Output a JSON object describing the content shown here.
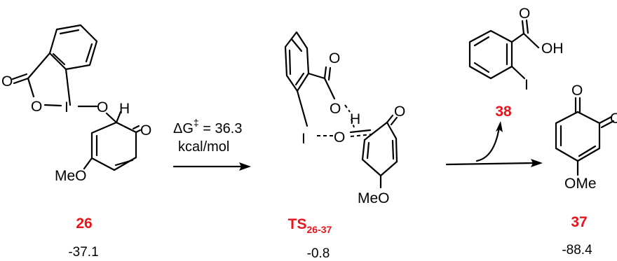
{
  "compounds": [
    {
      "id": "26",
      "energy": "-37.1"
    },
    {
      "id": "TS",
      "subscript": "26-37",
      "energy": "-0.8"
    },
    {
      "id": "38"
    },
    {
      "id": "37",
      "energy": "-88.4"
    }
  ],
  "arrow1": {
    "line1": "ΔG",
    "dagger": "‡",
    "line1b": " = 36.3",
    "line2": "kcal/mol"
  },
  "atoms": {
    "O": "O",
    "I": "I",
    "H": "H",
    "OH": "OH",
    "MeO": "MeO",
    "OMe": "OMe"
  },
  "colors": {
    "label": "#e8141b",
    "ink": "#000000"
  }
}
